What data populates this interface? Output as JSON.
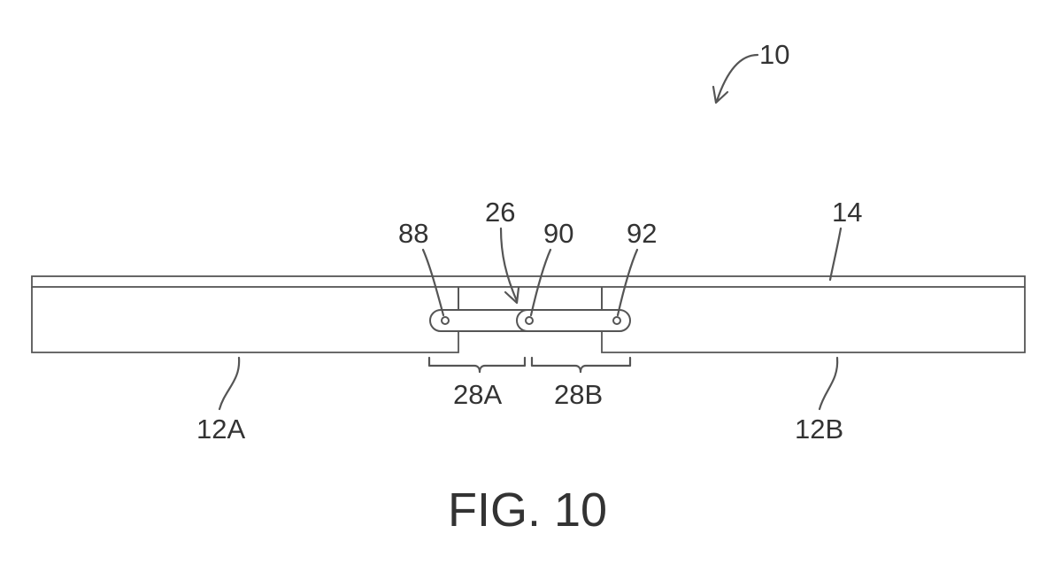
{
  "figure": {
    "caption": "FIG. 10",
    "labels": {
      "device": "10",
      "cover": "14",
      "hinge": "26",
      "pin_left": "88",
      "pin_middle": "90",
      "pin_right": "92",
      "segment_left": "28A",
      "segment_right": "28B",
      "panel_left": "12A",
      "panel_right": "12B"
    }
  },
  "colors": {
    "line": "#555555",
    "text": "#333333",
    "background": "#ffffff"
  }
}
